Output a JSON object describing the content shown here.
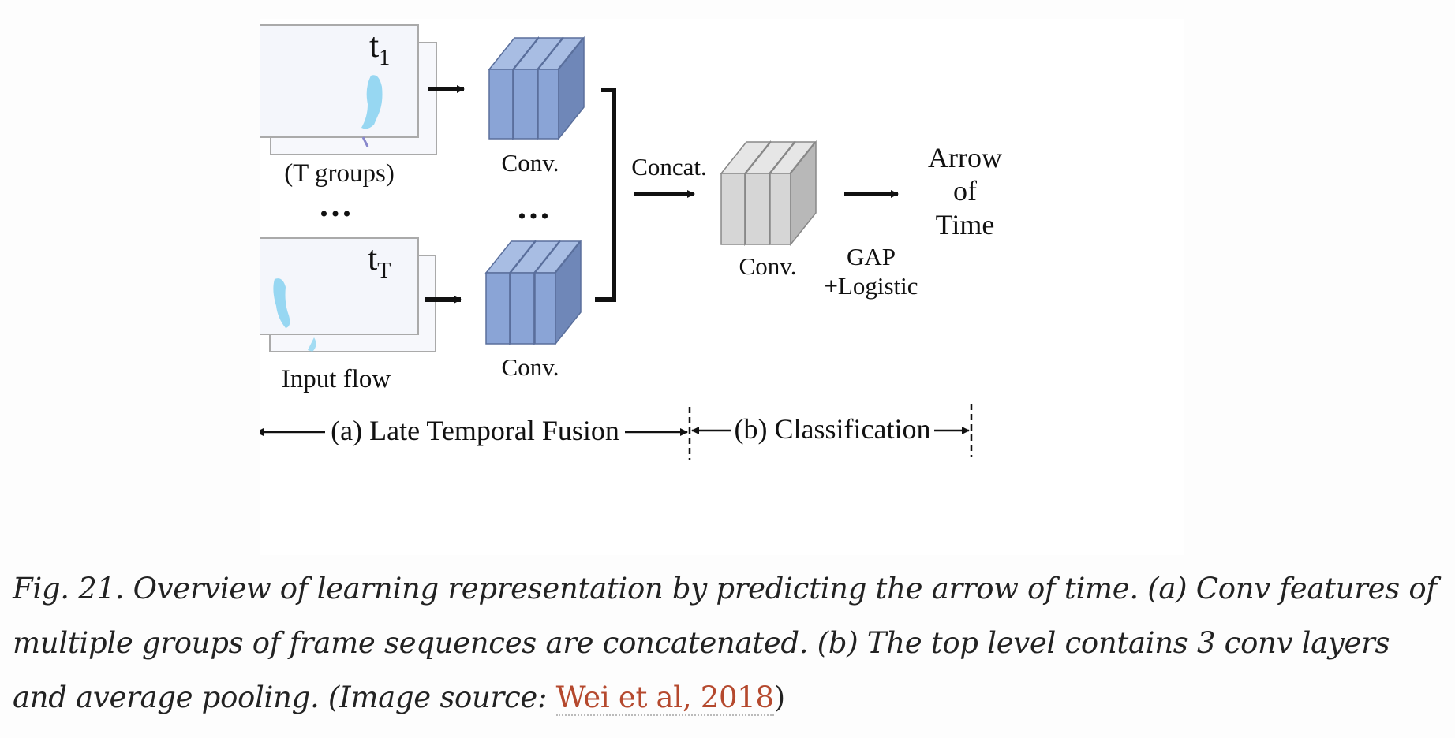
{
  "diagram": {
    "frame_top_label_base": "t",
    "frame_top_label_sub": "1",
    "frame_bottom_label_base": "t",
    "frame_bottom_label_sub": "T",
    "groups_label": "(T groups)",
    "input_label": "Input flow",
    "ellipsis": "•••",
    "conv_label": "Conv.",
    "concat_label": "Concat.",
    "gap_label_line1": "GAP",
    "gap_label_line2": "+Logistic",
    "output_line1": "Arrow",
    "output_line2": "of",
    "output_line3": "Time",
    "stage_a": "(a) Late Temporal Fusion",
    "stage_b": "(b) Classification",
    "colors": {
      "blue_front": "#8aa4d6",
      "blue_side": "#6f87b8",
      "blue_top": "#a8bde3",
      "gray_front": "#d6d6d6",
      "gray_side": "#b8b8b8",
      "gray_top": "#e6e6e6"
    }
  },
  "caption": {
    "text_before": "Fig. 21. Overview of learning representation by predicting the arrow of time. (a) Conv features of multiple groups of frame sequences are concatenated. (b) The top level contains 3 conv layers and average pooling. (Image source: ",
    "link_text": "Wei et al, 2018",
    "text_after": ")"
  }
}
